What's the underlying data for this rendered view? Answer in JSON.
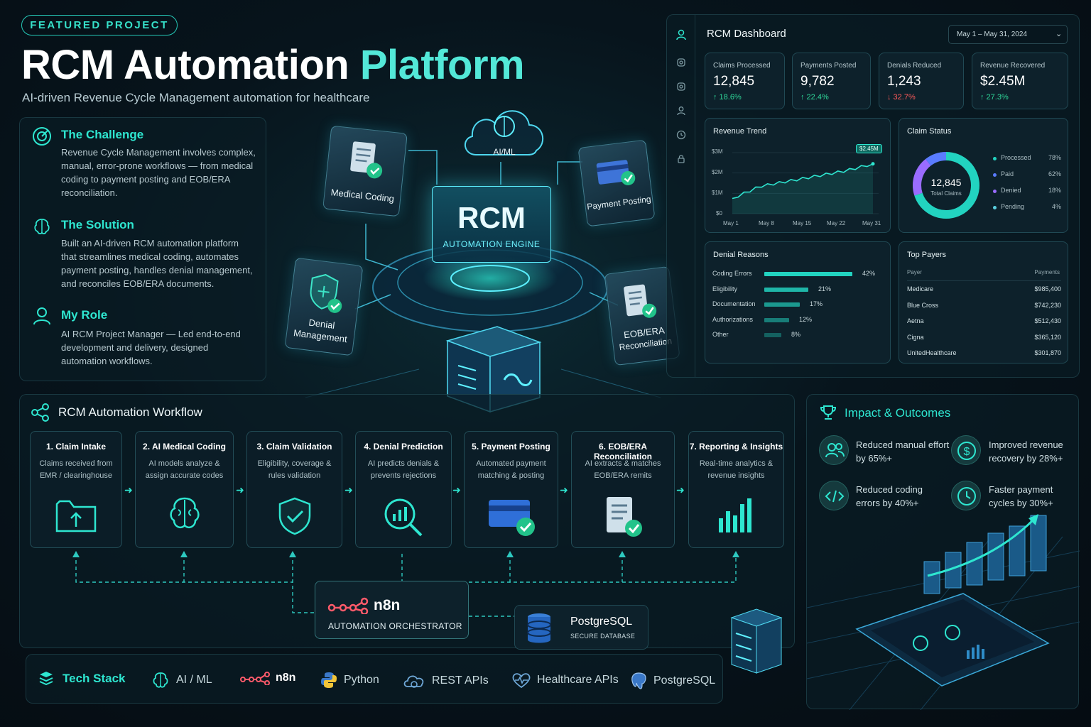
{
  "header": {
    "badge": "FEATURED PROJECT",
    "title_main": "RCM Automation ",
    "title_accent": "Platform",
    "subtitle": "AI-driven Revenue Cycle Management automation for healthcare"
  },
  "info": {
    "challenge_title": "The Challenge",
    "challenge_body": "Revenue Cycle Management involves complex, manual, error-prone workflows — from medical coding to payment posting and EOB/ERA reconciliation.",
    "solution_title": "The Solution",
    "solution_body": "Built an AI-driven RCM automation platform that streamlines medical coding, automates payment posting, handles denial management, and reconciles EOB/ERA documents.",
    "role_title": "My Role",
    "role_body": "AI RCM Project Manager — Led end-to-end development and delivery, designed automation workflows."
  },
  "diagram": {
    "ai_ml": "AI/ML",
    "medical_coding": "Medical Coding",
    "payment_posting": "Payment Posting",
    "engine_title": "RCM",
    "engine_sub": "AUTOMATION ENGINE",
    "denial_management_1": "Denial",
    "denial_management_2": "Management",
    "eob_1": "EOB/ERA",
    "eob_2": "Reconciliation"
  },
  "dashboard": {
    "title": "RCM Dashboard",
    "date_range": "May 1 – May 31, 2024",
    "kpis": [
      {
        "label": "Claims Processed",
        "value": "12,845",
        "delta": "↑ 18.6%",
        "direction": "up"
      },
      {
        "label": "Payments Posted",
        "value": "9,782",
        "delta": "↑ 22.4%",
        "direction": "up"
      },
      {
        "label": "Denials Reduced",
        "value": "1,243",
        "delta": "↓ 32.7%",
        "direction": "down"
      },
      {
        "label": "Revenue Recovered",
        "value": "$2.45M",
        "delta": "↑ 27.3%",
        "direction": "up"
      }
    ],
    "revenue_trend": {
      "title": "Revenue Trend",
      "callout": "$2.45M",
      "y_ticks": [
        "$3M",
        "$2M",
        "$1M",
        "$0"
      ],
      "x_ticks": [
        "May 1",
        "May 8",
        "May 15",
        "May 22",
        "May 31"
      ]
    },
    "claim_status": {
      "title": "Claim Status",
      "total_value": "12,845",
      "total_label": "Total Claims",
      "items": [
        {
          "label": "Processed",
          "pct": "78%",
          "color": "#22d3c0"
        },
        {
          "label": "Paid",
          "pct": "62%",
          "color": "#5a7cff"
        },
        {
          "label": "Denied",
          "pct": "18%",
          "color": "#9a6cff"
        },
        {
          "label": "Pending",
          "pct": "4%",
          "color": "#5ad0e0"
        }
      ]
    },
    "denial_reasons": {
      "title": "Denial Reasons",
      "items": [
        {
          "label": "Coding Errors",
          "pct": "42%",
          "value": 42
        },
        {
          "label": "Eligibility",
          "pct": "21%",
          "value": 21
        },
        {
          "label": "Documentation",
          "pct": "17%",
          "value": 17
        },
        {
          "label": "Authorizations",
          "pct": "12%",
          "value": 12
        },
        {
          "label": "Other",
          "pct": "8%",
          "value": 8
        }
      ]
    },
    "top_payers": {
      "title": "Top Payers",
      "col_payer": "Payer",
      "col_payments": "Payments",
      "rows": [
        {
          "payer": "Medicare",
          "payments": "$985,400"
        },
        {
          "payer": "Blue Cross",
          "payments": "$742,230"
        },
        {
          "payer": "Aetna",
          "payments": "$512,430"
        },
        {
          "payer": "Cigna",
          "payments": "$365,120"
        },
        {
          "payer": "UnitedHealthcare",
          "payments": "$301,870"
        }
      ]
    }
  },
  "chart_data": {
    "type": "line",
    "title": "Revenue Trend",
    "x": [
      "May 1",
      "May 8",
      "May 15",
      "May 22",
      "May 31"
    ],
    "series": [
      {
        "values": [
          0.75,
          1.35,
          1.6,
          1.85,
          2.1,
          2.45
        ]
      }
    ],
    "ylabel": "",
    "ylim": [
      0,
      3
    ],
    "y_ticks": [
      "$0",
      "$1M",
      "$2M",
      "$3M"
    ]
  },
  "workflow": {
    "title": "RCM Automation Workflow",
    "steps": [
      {
        "title": "1. Claim Intake",
        "desc": "Claims received from EMR / clearinghouse",
        "icon": "folder-upload-icon"
      },
      {
        "title": "2. AI Medical Coding",
        "desc": "AI models analyze & assign accurate codes",
        "icon": "brain-icon"
      },
      {
        "title": "3. Claim Validation",
        "desc": "Eligibility, coverage & rules validation",
        "icon": "shield-check-icon"
      },
      {
        "title": "4. Denial Prediction",
        "desc": "AI predicts denials & prevents rejections",
        "icon": "magnifier-chart-icon"
      },
      {
        "title": "5. Payment Posting",
        "desc": "Automated payment matching & posting",
        "icon": "credit-card-icon"
      },
      {
        "title": "6. EOB/ERA Reconciliation",
        "desc": "AI extracts & matches EOB/ERA remits",
        "icon": "document-check-icon"
      },
      {
        "title": "7. Reporting & Insights",
        "desc": "Real-time analytics & revenue insights",
        "icon": "bar-chart-icon"
      }
    ],
    "orchestrator_name": "n8n",
    "orchestrator_label": "AUTOMATION ORCHESTRATOR",
    "db_name": "PostgreSQL",
    "db_label": "SECURE DATABASE"
  },
  "impact": {
    "title": "Impact & Outcomes",
    "items": [
      {
        "text1": "Reduced manual effort",
        "text2": "by 65%+"
      },
      {
        "text1": "Improved revenue",
        "text2": "recovery by 28%+"
      },
      {
        "text1": "Reduced coding",
        "text2": "errors by 40%+"
      },
      {
        "text1": "Faster payment",
        "text2": "cycles by 30%+"
      }
    ]
  },
  "tech_stack": {
    "title": "Tech Stack",
    "items": [
      "AI / ML",
      "n8n",
      "Python",
      "REST APIs",
      "Healthcare APIs",
      "PostgreSQL"
    ]
  },
  "colors": {
    "accent": "#2ee6d0",
    "up": "#2fd89a",
    "down": "#ff5a5a",
    "n8n": "#ff5a6a"
  }
}
